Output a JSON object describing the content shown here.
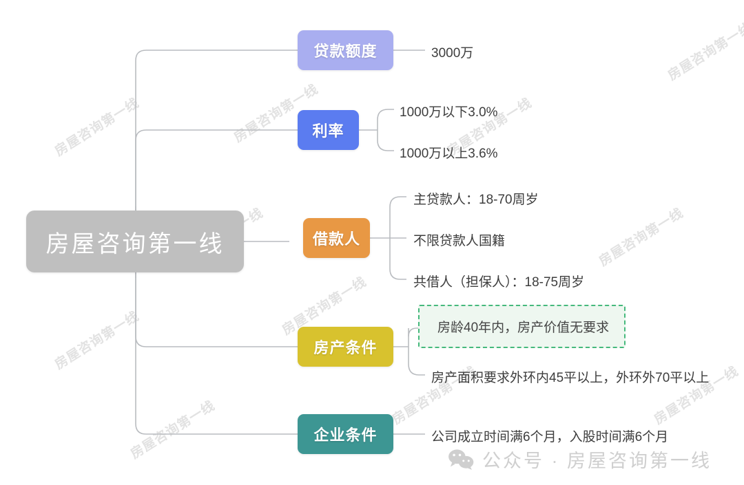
{
  "root": {
    "label": "房屋咨询第一线"
  },
  "branches": [
    {
      "key": "loan",
      "label": "贷款额度",
      "color": "#a9aef0",
      "children": [
        {
          "text": "3000万",
          "highlight": false
        }
      ]
    },
    {
      "key": "rate",
      "label": "利率",
      "color": "#5b7cf0",
      "children": [
        {
          "text": "1000万以下3.0%",
          "highlight": false
        },
        {
          "text": "1000万以上3.6%",
          "highlight": false
        }
      ]
    },
    {
      "key": "borrower",
      "label": "借款人",
      "color": "#e89844",
      "children": [
        {
          "text": "主贷款人：18-70周岁",
          "highlight": false
        },
        {
          "text": "不限贷款人国籍",
          "highlight": false
        },
        {
          "text": "共借人（担保人）：18-75周岁",
          "highlight": false
        }
      ]
    },
    {
      "key": "property",
      "label": "房产条件",
      "color": "#d8c22e",
      "children": [
        {
          "text": "房龄40年内，房产价值无要求",
          "highlight": true
        },
        {
          "text": "房产面积要求外环内45平以上，外环外70平以上",
          "highlight": false
        }
      ]
    },
    {
      "key": "company",
      "label": "企业条件",
      "color": "#3d9693",
      "children": [
        {
          "text": "公司成立时间满6个月，入股时间满6个月",
          "highlight": false
        }
      ]
    }
  ],
  "footer": {
    "icon": "wechat-icon",
    "text": "公众号 · 房屋咨询第一线"
  },
  "watermark": {
    "text": "房屋咨询第一线"
  },
  "colors": {
    "root": "#bfbfbf",
    "connector": "#b9bcc0",
    "highlight_border": "#45b97c",
    "highlight_fill": "#eef7f0",
    "leaf_text": "#3d3d3d",
    "background": "#ffffff"
  }
}
